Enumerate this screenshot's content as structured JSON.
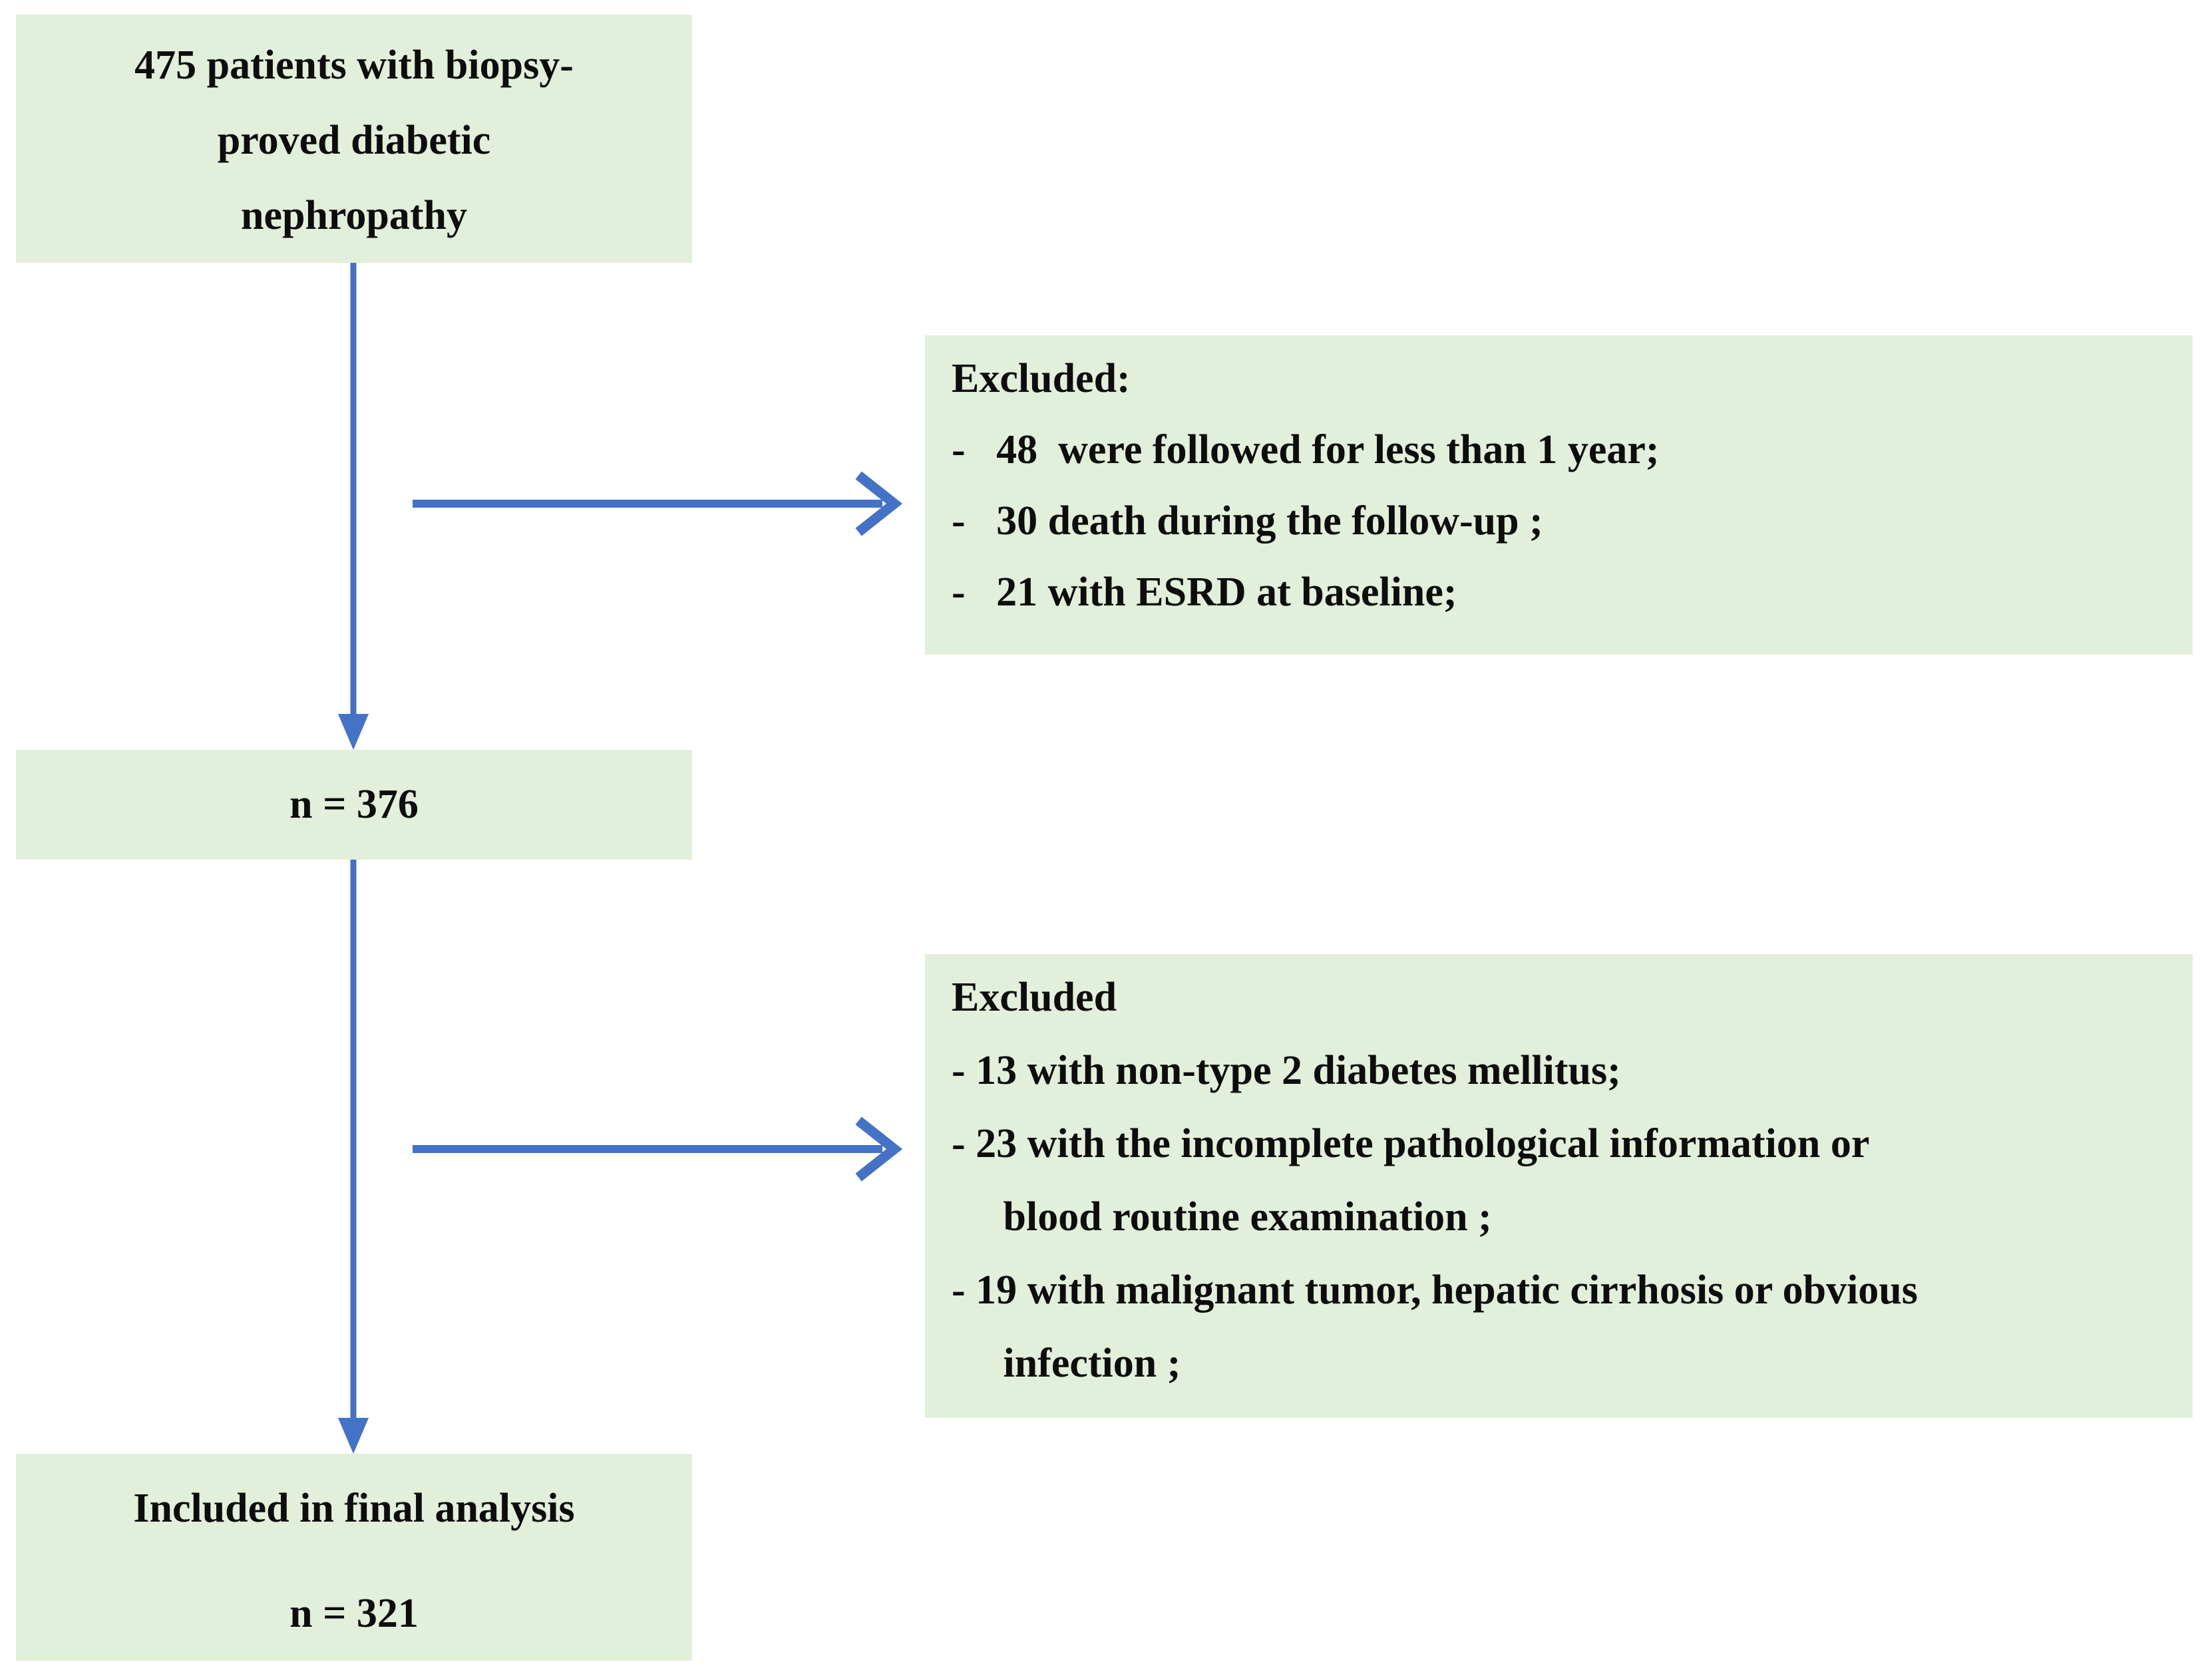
{
  "colors": {
    "box_fill": "#e2efda",
    "arrow_blue": "#4472c4",
    "text": "#0d0d0d",
    "background": "#ffffff"
  },
  "start_box": {
    "lines": [
      "475 patients with biopsy-",
      "proved diabetic",
      "nephropathy"
    ]
  },
  "exclusion_box_1": {
    "title": "Excluded:",
    "items": [
      "-   48  were followed for less than 1 year;",
      "-   30 death during the follow-up ;",
      "-   21 with ESRD at baseline;"
    ]
  },
  "cohort_box": {
    "label": "n = 376"
  },
  "exclusion_box_2": {
    "title": "Excluded",
    "items": [
      "- 13 with non-type 2 diabetes mellitus;",
      "- 23 with the incomplete pathological information or\n     blood routine examination ;",
      "- 19 with malignant tumor, hepatic cirrhosis or obvious\n     infection ;"
    ]
  },
  "final_box": {
    "lines": [
      "Included in final analysis",
      "n = 321"
    ]
  }
}
